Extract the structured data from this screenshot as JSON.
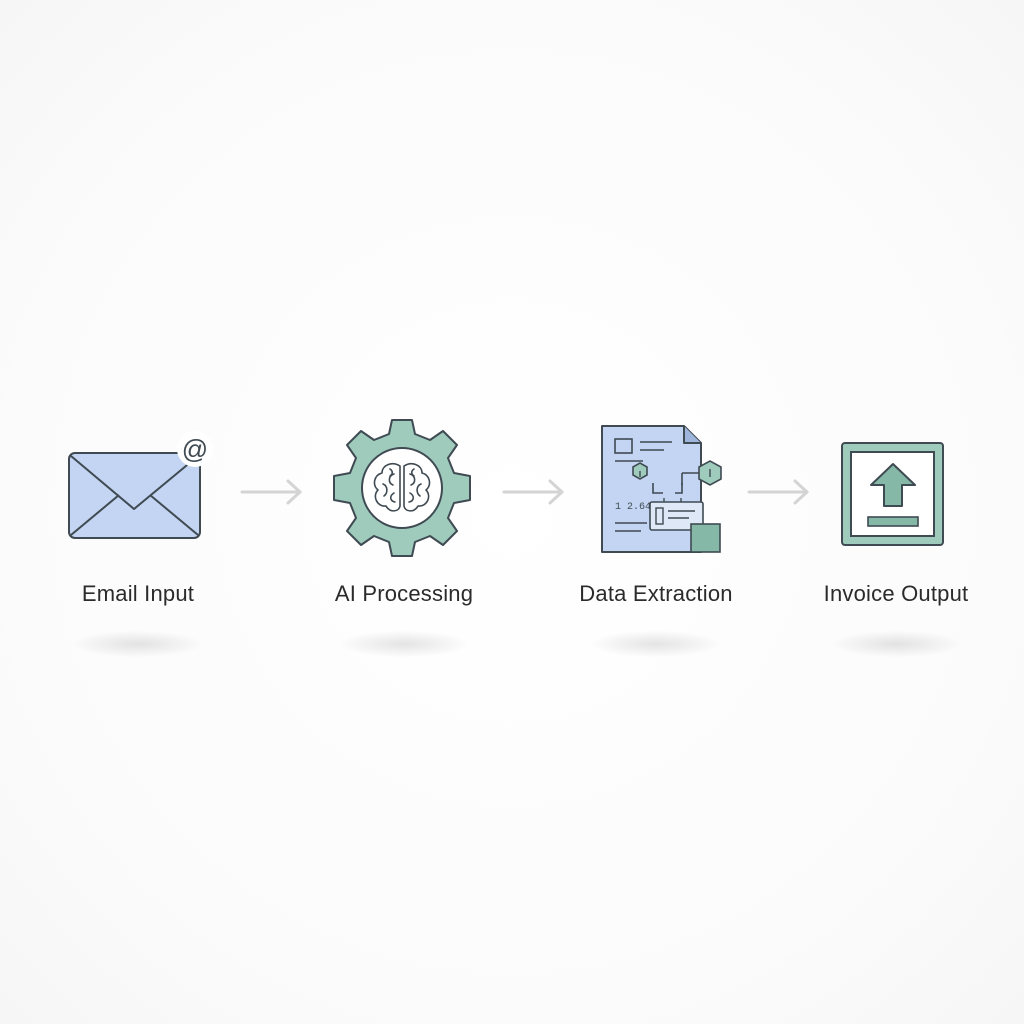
{
  "steps": [
    {
      "label": "Email Input",
      "icon": "email-envelope-icon"
    },
    {
      "label": "AI Processing",
      "icon": "gear-brain-icon"
    },
    {
      "label": "Data Extraction",
      "icon": "document-extraction-icon"
    },
    {
      "label": "Invoice Output",
      "icon": "upload-box-icon"
    }
  ],
  "email_badge": "@",
  "document_number": "1 2.64",
  "colors": {
    "blue_fill": "#c3d5f2",
    "teal_fill": "#9fcbbd",
    "teal_dark": "#86b8a8",
    "outline": "#3f4a52",
    "arrow": "#d4d4d4",
    "label": "#2b2b2b"
  }
}
